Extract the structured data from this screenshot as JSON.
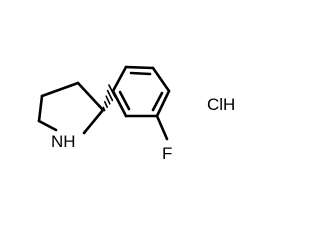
{
  "molecule": {
    "atoms": {
      "nitrogen": "NH",
      "fluorine": "F",
      "salt": "ClH"
    },
    "stereo_bond": "hashed-wedge",
    "colors": {
      "bond": "#000000",
      "text": "#000000",
      "background": "#ffffff"
    }
  }
}
